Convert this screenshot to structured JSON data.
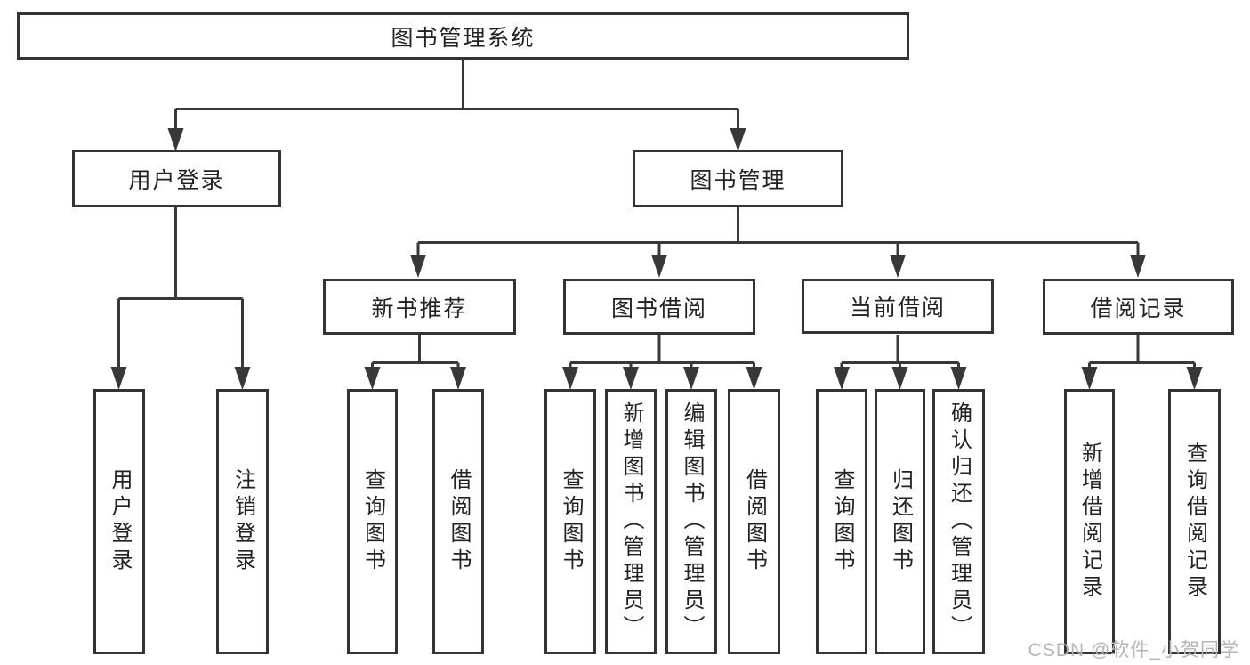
{
  "nodes": {
    "root": "图书管理系统",
    "level2": {
      "user_login": "用户登录",
      "book_management": "图书管理"
    },
    "level3": {
      "new_book_recommend": "新书推荐",
      "book_borrow": "图书借阅",
      "current_borrow": "当前借阅",
      "borrow_records": "借阅记录"
    },
    "leaves": {
      "user_login": [
        "用户登录",
        "注销登录"
      ],
      "new_book_recommend": [
        "查询图书",
        "借阅图书"
      ],
      "book_borrow": [
        "查询图书",
        "新增图书（管理员）",
        "编辑图书（管理员）",
        "借阅图书"
      ],
      "current_borrow": [
        "查询图书",
        "归还图书",
        "确认归还（管理员）"
      ],
      "borrow_records": [
        "新增借阅记录",
        "查询借阅记录"
      ]
    }
  },
  "watermark": "CSDN @软件_小贺同学",
  "colors": {
    "line": "#383838",
    "box_border": "#333333",
    "text": "#222222",
    "watermark": "#b5b5b5",
    "background": "#ffffff"
  }
}
